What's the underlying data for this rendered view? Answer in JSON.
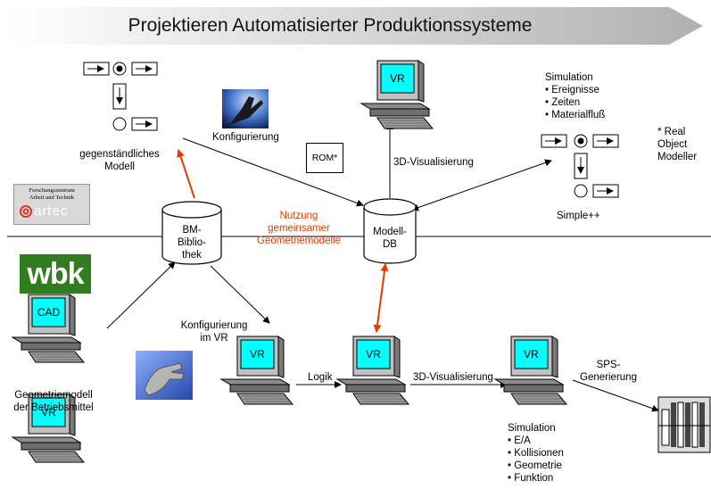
{
  "title": "Projektieren Automatisierter Produktionssysteme",
  "labels": {
    "gegenst_modell": "gegenständliches\nModell",
    "konfigurierung": "Konfigurierung",
    "rom": "ROM*",
    "viz_3d_top": "3D-Visualisierung",
    "simulation_top": "Simulation\n• Ereignisse\n• Zeiten\n• Materialfluß",
    "real_object_modeller": "* Real\nObject\nModeller",
    "simple_pp": "Simple++",
    "bm_bibliothek": "BM-\nBiblio-\nthek",
    "nutzung": "Nutzung\ngemeinsamer\nGeometriemodelle",
    "modell_db": "Modell-\nDB",
    "konfig_vr": "Konfigurierung\nim VR",
    "geometriemodell": "Geometriemodell\nder Betriebsmittel",
    "logik": "Logik",
    "viz_3d_bottom": "3D-Visualisierung",
    "sps_generierung": "SPS-\nGenerierung",
    "simulation_bottom": "Simulation\n• E/A\n• Kollisionen\n• Geometrie\n• Funktion"
  },
  "screens": {
    "vr_top": "VR",
    "cad": "CAD",
    "vr_left": "VR",
    "vr_konfig": "VR",
    "vr_logik": "VR",
    "vr_sim": "VR"
  },
  "logos": {
    "wbk": "wbk",
    "artec_org": "Forschungszentrum\nArbeit und Technik",
    "artec_name": "artec"
  },
  "colors": {
    "banner_light": "#ffffff",
    "banner_dark": "#b0b0b0",
    "accent_red": "#e23c00",
    "screen_cyan": "#00ffff",
    "wbk_green": "#2f7d1e"
  }
}
